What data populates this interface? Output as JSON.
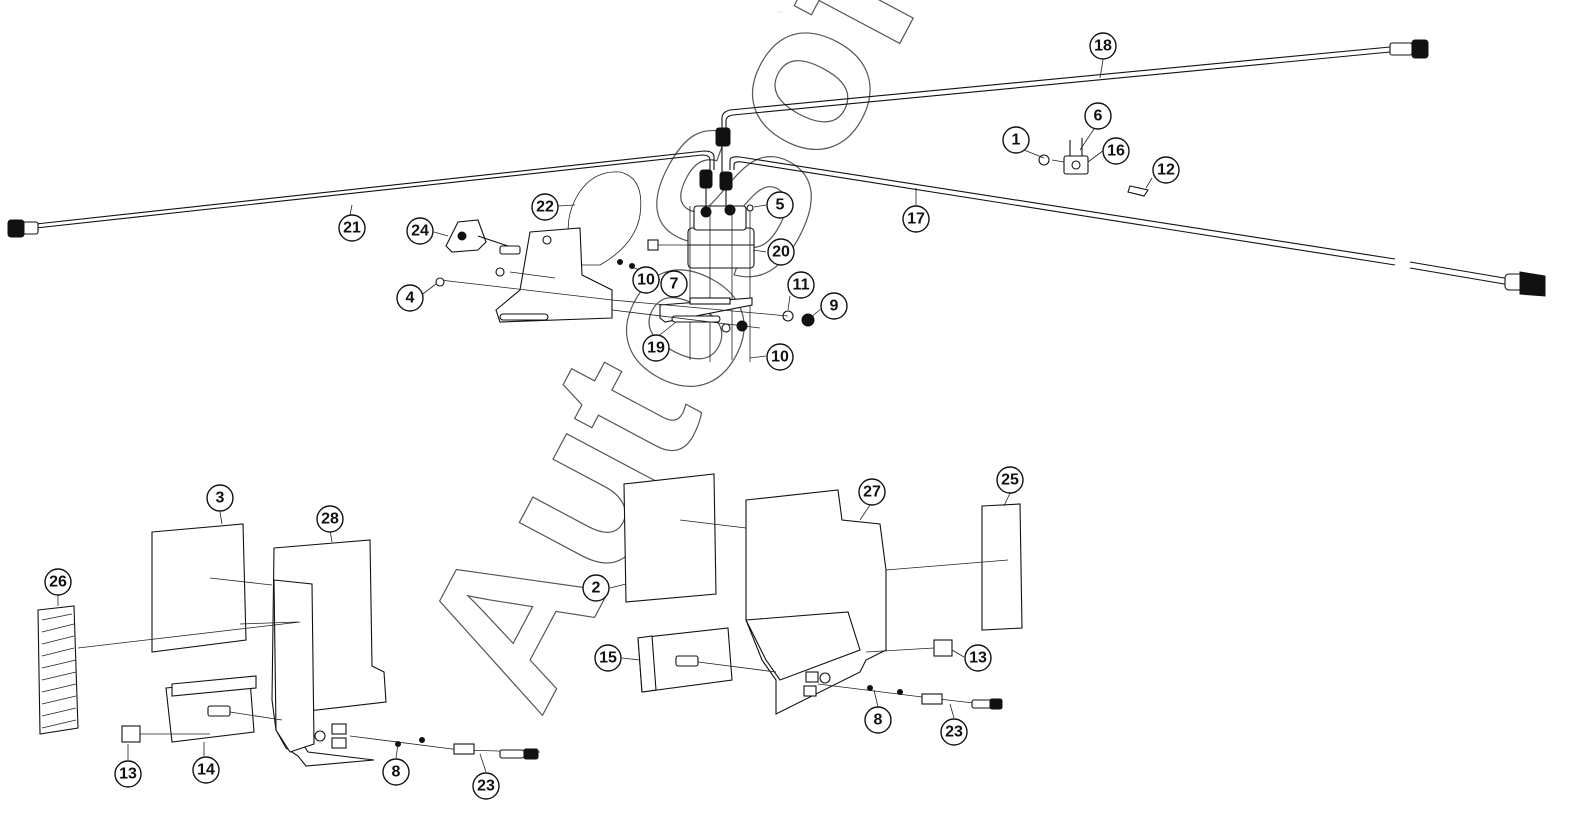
{
  "watermark": "AutoSoft",
  "header_mark": "···",
  "callouts": [
    {
      "id": "c1",
      "label": "1"
    },
    {
      "id": "c2",
      "label": "2"
    },
    {
      "id": "c3",
      "label": "3"
    },
    {
      "id": "c4",
      "label": "4"
    },
    {
      "id": "c5",
      "label": "5"
    },
    {
      "id": "c6",
      "label": "6"
    },
    {
      "id": "c7",
      "label": "7"
    },
    {
      "id": "c8a",
      "label": "8"
    },
    {
      "id": "c8b",
      "label": "8"
    },
    {
      "id": "c9",
      "label": "9"
    },
    {
      "id": "c10a",
      "label": "10"
    },
    {
      "id": "c10b",
      "label": "10"
    },
    {
      "id": "c11",
      "label": "11"
    },
    {
      "id": "c12",
      "label": "12"
    },
    {
      "id": "c13a",
      "label": "13"
    },
    {
      "id": "c13b",
      "label": "13"
    },
    {
      "id": "c14",
      "label": "14"
    },
    {
      "id": "c15",
      "label": "15"
    },
    {
      "id": "c16",
      "label": "16"
    },
    {
      "id": "c17",
      "label": "17"
    },
    {
      "id": "c18",
      "label": "18"
    },
    {
      "id": "c19",
      "label": "19"
    },
    {
      "id": "c20",
      "label": "20"
    },
    {
      "id": "c21",
      "label": "21"
    },
    {
      "id": "c22",
      "label": "22"
    },
    {
      "id": "c23a",
      "label": "23"
    },
    {
      "id": "c23b",
      "label": "23"
    },
    {
      "id": "c24",
      "label": "24"
    },
    {
      "id": "c25",
      "label": "25"
    },
    {
      "id": "c26",
      "label": "26"
    },
    {
      "id": "c27",
      "label": "27"
    },
    {
      "id": "c28",
      "label": "28"
    }
  ]
}
